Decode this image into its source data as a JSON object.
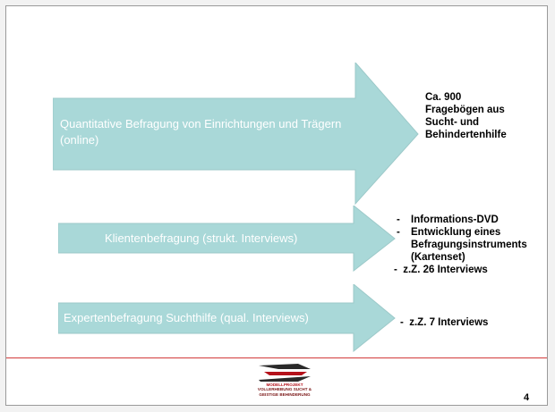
{
  "slide": {
    "arrows": [
      {
        "label": "Quantitative Befragung von Einrichtungen und Trägern (online)"
      },
      {
        "label": "Klientenbefragung (strukt. Interviews)"
      },
      {
        "label": "Expertenbefragung Suchthilfe (qual. Interviews)"
      }
    ],
    "notes": {
      "top": [
        "Ca. 900",
        "Fragebögen aus",
        "Sucht- und",
        "Behindertenhilfe"
      ],
      "middle": [
        {
          "mark": "-",
          "text": "Informations-DVD"
        },
        {
          "mark": "-",
          "text": "Entwicklung eines"
        },
        {
          "mark": "",
          "text": "Befragungsinstruments"
        },
        {
          "mark": "",
          "text": "(Kartenset)"
        }
      ],
      "middle_last": "-  z.Z. 26 Interviews",
      "bottom": "-  z.Z. 7 Interviews"
    },
    "logo": {
      "lines": [
        "MODELLPROJEKT",
        "VOLLERHEBUNG SUCHT &",
        "GEISTIGE BEHINDERUNG"
      ]
    },
    "page_number": "4",
    "colors": {
      "arrow_fill": "#a9d8d8",
      "arrow_border": "#9cc9c9",
      "divider": "#d23a3a",
      "logo_red": "#b5121b",
      "logo_dark": "#2a2a2a"
    }
  }
}
